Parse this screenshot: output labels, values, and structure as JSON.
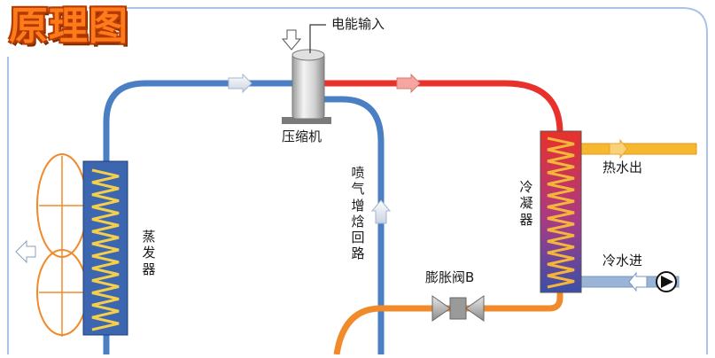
{
  "title": "原理图",
  "labels": {
    "power_input": "电能输入",
    "compressor": "压缩机",
    "evaporator": "蒸发器",
    "injection_loop": "喷气增焓回路",
    "condenser": "冷凝器",
    "hot_water_out": "热水出",
    "cold_water_in": "冷水进",
    "expansion_valve": "膨胀阀B"
  },
  "colors": {
    "cold_pipe": "#4a7fc4",
    "hot_pipe": "#e8312a",
    "liquid_pipe": "#f08a2a",
    "hot_water_pipe": "#f5b82e",
    "cold_water_pipe": "#9ab4d8",
    "title": "#ff7a1a",
    "frame": "#a9c4e6"
  }
}
